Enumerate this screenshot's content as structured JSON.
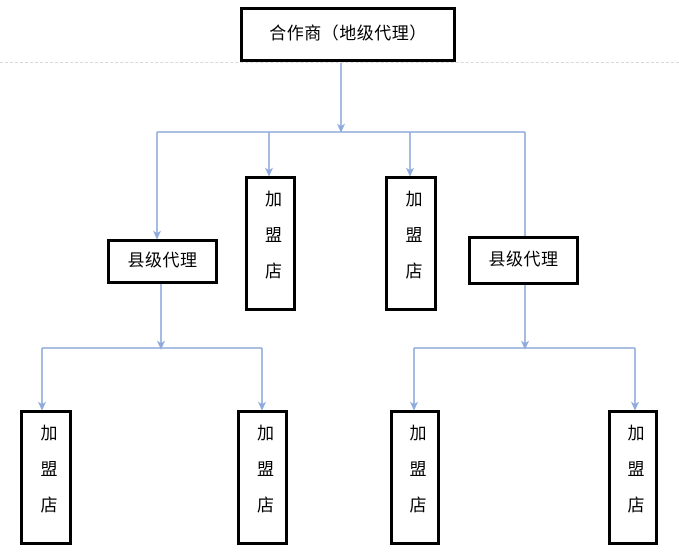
{
  "diagram": {
    "type": "org-chart",
    "title_text": "",
    "colors": {
      "box_border": "#000000",
      "box_fill": "#ffffff",
      "connector": "#8faadc",
      "divider": "#d9d9d9",
      "text": "#000000"
    },
    "levels": [
      {
        "level": 1,
        "nodes": [
          {
            "id": "partner",
            "label": "合作商（地级代理）",
            "shape": "wide"
          }
        ]
      },
      {
        "level": 2,
        "nodes": [
          {
            "id": "county-agent-left",
            "label": "县级代理",
            "shape": "wide"
          },
          {
            "id": "franchise-mid-left",
            "label": "加盟店",
            "shape": "tall"
          },
          {
            "id": "franchise-mid-right",
            "label": "加盟店",
            "shape": "tall"
          },
          {
            "id": "county-agent-right",
            "label": "县级代理",
            "shape": "wide"
          }
        ]
      },
      {
        "level": 3,
        "nodes": [
          {
            "id": "franchise-bottom-1",
            "label": "加盟店",
            "shape": "tall"
          },
          {
            "id": "franchise-bottom-2",
            "label": "加盟店",
            "shape": "tall"
          },
          {
            "id": "franchise-bottom-3",
            "label": "加盟店",
            "shape": "tall"
          },
          {
            "id": "franchise-bottom-4",
            "label": "加盟店",
            "shape": "tall"
          }
        ]
      }
    ],
    "edges": [
      {
        "from": "partner",
        "to": "level2-bus"
      },
      {
        "from": "level2-bus",
        "to": "county-agent-left"
      },
      {
        "from": "level2-bus",
        "to": "franchise-mid-left"
      },
      {
        "from": "level2-bus",
        "to": "franchise-mid-right"
      },
      {
        "from": "level2-bus",
        "to": "county-agent-right"
      },
      {
        "from": "county-agent-left",
        "to": "level3-bus-left"
      },
      {
        "from": "level3-bus-left",
        "to": "franchise-bottom-1"
      },
      {
        "from": "level3-bus-left",
        "to": "franchise-bottom-2"
      },
      {
        "from": "county-agent-right",
        "to": "level3-bus-right"
      },
      {
        "from": "level3-bus-right",
        "to": "franchise-bottom-3"
      },
      {
        "from": "level3-bus-right",
        "to": "franchise-bottom-4"
      }
    ]
  }
}
